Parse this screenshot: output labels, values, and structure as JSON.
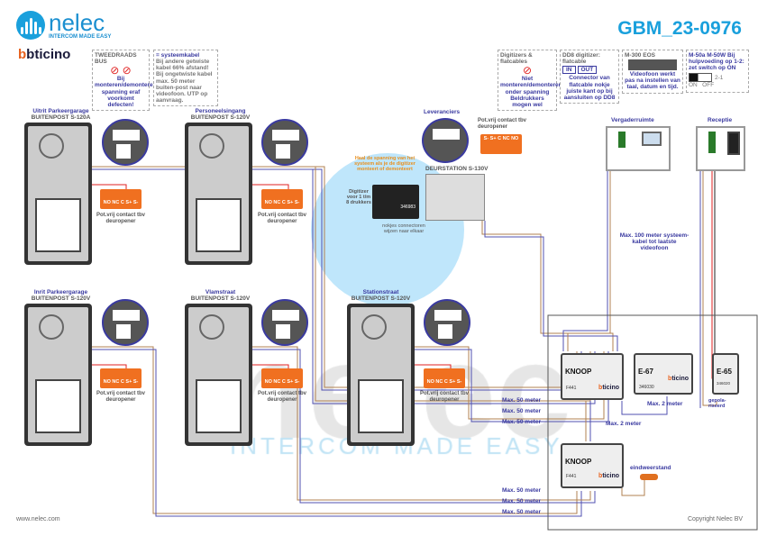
{
  "header": {
    "brand": "nelec",
    "tagline": "INTERCOM MADE EASY",
    "partner": "bticino",
    "doc_id": "GBM_23-0976"
  },
  "notes": [
    {
      "title": "TWEEDRAADS BUS",
      "body": "Bij monteren/demonteren spanning eraf voorkomt defecten!"
    },
    {
      "title": "= systeemkabel",
      "body": "Bij andere getwiste kabel 66% afstand! Bij ongetwiste kabel max. 50 meter buiten-post naar videofoon. UTP op aanvraag."
    },
    {
      "title": "Digitizers & flatcables",
      "body": "Niet monteren/demonteren onder spanning Beldrukkers mogen wel"
    },
    {
      "title": "DD8 digitizer: flatcable",
      "in": "IN",
      "out": "OUT",
      "body": "Connector van flatcable nokje juiste kant op bij aansluiten op DD8"
    },
    {
      "title": "M-300 EOS",
      "body": "Videofoon werkt pas na instellen van taal, datum en tijd."
    },
    {
      "title": "M-50a  M-50W Bij hulpvoeding op 1-2: zet switch op ON",
      "on": "ON",
      "off": "OFF",
      "pos": "2-1"
    }
  ],
  "stations": [
    {
      "name": "Uitrit Parkeergarage",
      "model": "BUITENPOST S-120A",
      "contact": "Pot.vrij contact tbv deuropener",
      "terms": "NO NC C S+ S-"
    },
    {
      "name": "Personeelsingang",
      "model": "BUITENPOST S-120V",
      "contact": "Pot.vrij contact tbv deuropener",
      "terms": "NO NC C S+ S-"
    },
    {
      "name": "Inrit Parkeergarage",
      "model": "BUITENPOST S-120V",
      "contact": "Pot.vrij contact tbv deuropener",
      "terms": "NO NC C S+ S-"
    },
    {
      "name": "Vlamstraat",
      "model": "BUITENPOST S-120V",
      "contact": "Pot.vrij contact tbv deuropener",
      "terms": "NO NC C S+ S-"
    },
    {
      "name": "Stationstraat",
      "model": "BUITENPOST S-120V",
      "contact": "Pot.vrij contact tbv deuropener",
      "terms": "NO NC C S+ S-"
    }
  ],
  "leveranciers": {
    "name": "Leveranciers",
    "model": "DEURSTATION S-130V",
    "contact": "Pot.vrij contact tbv deuropener",
    "terms": "S- S+ C NC NO",
    "warning": "Haal de spanning van het systeem als je de digitizer monteert of demonteert",
    "digitizer": "Digitizer voor 1 t/m 8 drukkers",
    "digitizer_code": "346983",
    "nokjes": "nokjes connectoren wijzen naar elkaar"
  },
  "monitors": [
    {
      "name": "Vergaderruimte"
    },
    {
      "name": "Receptie"
    }
  ],
  "distance_note": "Max. 100 meter systeem-kabel tot laatste videofoon",
  "modules": [
    {
      "name": "KNOOP",
      "code": "F441"
    },
    {
      "name": "E-67",
      "code": "346030"
    },
    {
      "name": "E-65",
      "code": "346020"
    },
    {
      "name": "KNOOP",
      "code": "F441"
    }
  ],
  "labels": {
    "max2a": "Max. 2 meter",
    "max2b": "Max. 2 meter",
    "gepolariseerd": "gepola-riseerd",
    "eindweerstand": "eindweerstand",
    "max50": [
      "Max. 50 meter",
      "Max. 50 meter",
      "Max. 50 meter",
      "Max. 50 meter",
      "Max. 50 meter",
      "Max. 50 meter"
    ]
  },
  "footer": {
    "left": "www.nelec.com",
    "right": "Copyright Nelec BV"
  }
}
